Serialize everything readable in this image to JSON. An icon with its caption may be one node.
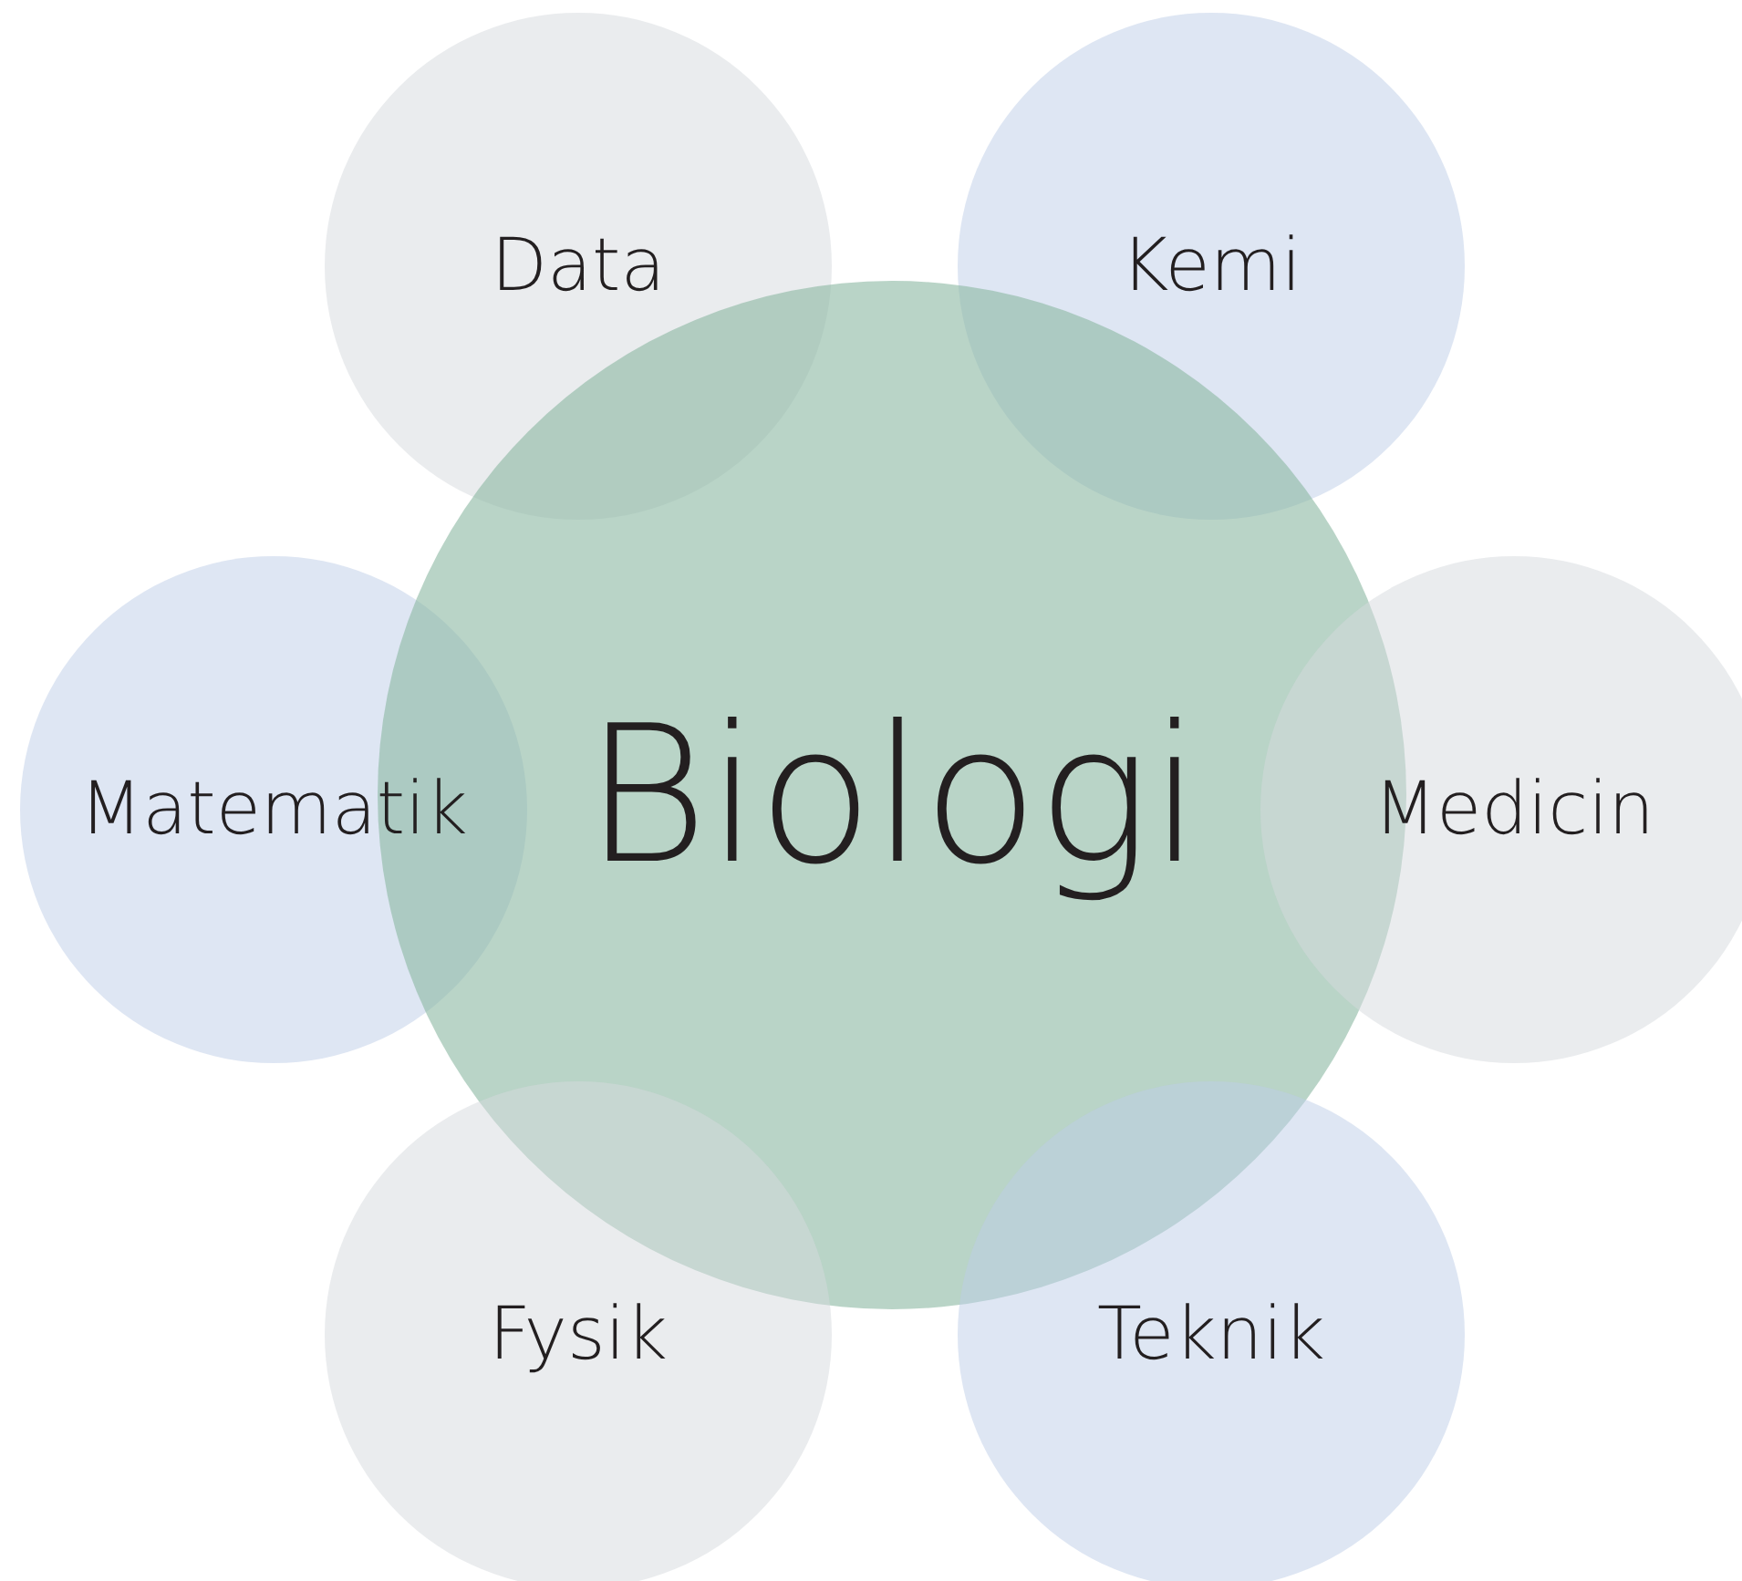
{
  "diagram": {
    "nodes": [
      {
        "text": [
          "Data"
        ]
      },
      {
        "text": [
          "Kemi"
        ]
      },
      {
        "text": [
          "Matematik"
        ]
      },
      {
        "text": [
          "Biologi"
        ]
      },
      {
        "text": [
          "Medicin"
        ]
      },
      {
        "text": [
          "Fysik"
        ]
      },
      {
        "text": [
          "Teknik"
        ]
      }
    ]
  }
}
